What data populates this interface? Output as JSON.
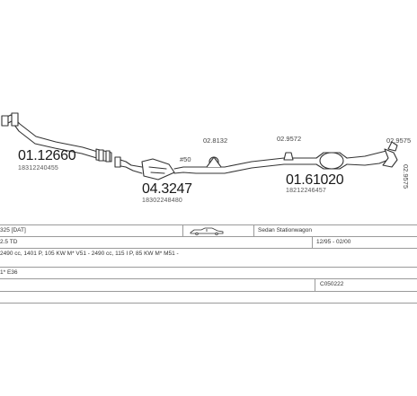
{
  "parts": {
    "front_pipe": {
      "number": "01.12660",
      "oem": "18312240455"
    },
    "catalyst": {
      "number": "04.3247",
      "oem": "18302248480",
      "label": "#50"
    },
    "clamp_a": {
      "number": "02.8132"
    },
    "clamp_b": {
      "number": "02.9572"
    },
    "rear_box": {
      "number": "01.61020",
      "oem": "18212246457"
    },
    "hanger": {
      "number": "02.9575"
    },
    "tail_clamp": {
      "number": "02.9575"
    }
  },
  "table": {
    "model": "325 [DAT]",
    "engine": "2.5 TD",
    "body_type": "Sedan Stationwagon",
    "date_range": "12/95 - 02/00",
    "specs": "2490 cc, 1401 P, 105 KW M* V51 - 2490 cc, 115 I P, 85 KW M* M51 -",
    "chassis": "1* E36",
    "code": "C050222",
    "vehicle_icon": "car-silhouette-icon"
  }
}
